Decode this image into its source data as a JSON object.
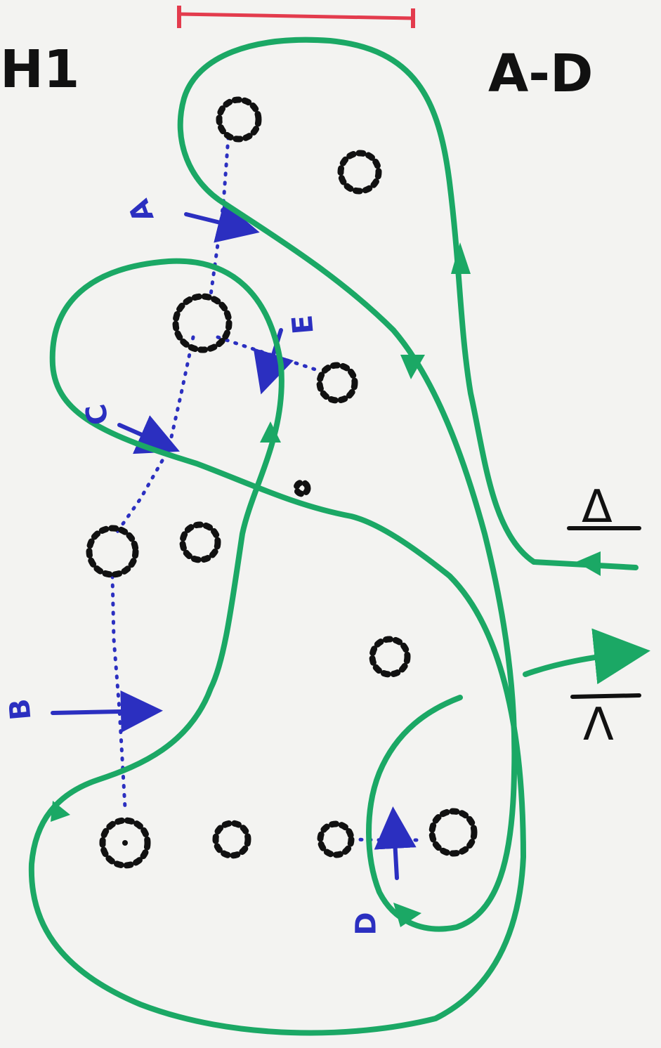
{
  "title_left": "H1",
  "title_right": "A-D",
  "cut_labels": [
    "A",
    "B",
    "C",
    "D",
    "E"
  ],
  "symbol_upper": "Δ",
  "symbol_lower": "Λ",
  "colors": {
    "paper": "#f3f3f1",
    "green_curve": "#1ba865",
    "blue_cuts": "#2b2fc0",
    "black_circles": "#111111",
    "red_bar": "#e33b4d"
  }
}
